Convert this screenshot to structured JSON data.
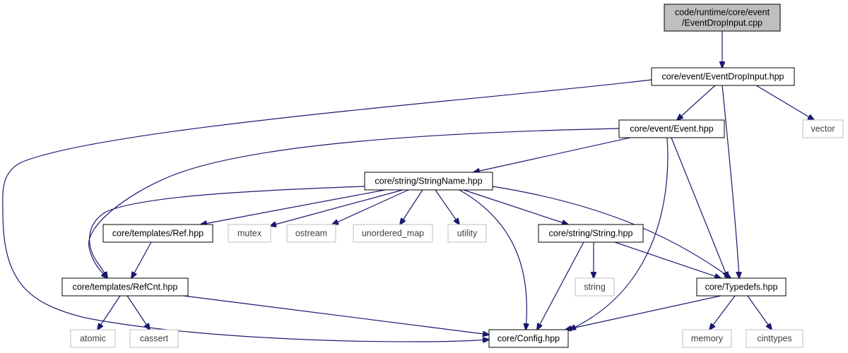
{
  "colors": {
    "edge": "#191970",
    "root_fill": "#bfbfbf",
    "node_fill": "#ffffff",
    "node_stroke": "#000000",
    "external_stroke": "#bfbfbf",
    "external_text": "#404040",
    "node_text": "#000000"
  },
  "nodes": [
    {
      "id": "root",
      "lines": [
        "code/runtime/core/event",
        "/EventDropInput.cpp"
      ],
      "style": "root"
    },
    {
      "id": "eventdropinput_hpp",
      "lines": [
        "core/event/EventDropInput.hpp"
      ],
      "style": "internal"
    },
    {
      "id": "vector",
      "lines": [
        "vector"
      ],
      "style": "external"
    },
    {
      "id": "event_hpp",
      "lines": [
        "core/event/Event.hpp"
      ],
      "style": "internal"
    },
    {
      "id": "stringname_hpp",
      "lines": [
        "core/string/StringName.hpp"
      ],
      "style": "internal"
    },
    {
      "id": "ref_hpp",
      "lines": [
        "core/templates/Ref.hpp"
      ],
      "style": "internal"
    },
    {
      "id": "mutex",
      "lines": [
        "mutex"
      ],
      "style": "external"
    },
    {
      "id": "ostream",
      "lines": [
        "ostream"
      ],
      "style": "external"
    },
    {
      "id": "unordered_map",
      "lines": [
        "unordered_map"
      ],
      "style": "external"
    },
    {
      "id": "utility",
      "lines": [
        "utility"
      ],
      "style": "external"
    },
    {
      "id": "string_hpp",
      "lines": [
        "core/string/String.hpp"
      ],
      "style": "internal"
    },
    {
      "id": "refcnt_hpp",
      "lines": [
        "core/templates/RefCnt.hpp"
      ],
      "style": "internal"
    },
    {
      "id": "string",
      "lines": [
        "string"
      ],
      "style": "external"
    },
    {
      "id": "typedefs_hpp",
      "lines": [
        "core/Typedefs.hpp"
      ],
      "style": "internal"
    },
    {
      "id": "atomic",
      "lines": [
        "atomic"
      ],
      "style": "external"
    },
    {
      "id": "cassert",
      "lines": [
        "cassert"
      ],
      "style": "external"
    },
    {
      "id": "config_hpp",
      "lines": [
        "core/Config.hpp"
      ],
      "style": "internal"
    },
    {
      "id": "memory",
      "lines": [
        "memory"
      ],
      "style": "external"
    },
    {
      "id": "cinttypes",
      "lines": [
        "cinttypes"
      ],
      "style": "external"
    }
  ],
  "edges": [
    {
      "from": "root",
      "to": "eventdropinput_hpp"
    },
    {
      "from": "eventdropinput_hpp",
      "to": "config_hpp"
    },
    {
      "from": "eventdropinput_hpp",
      "to": "event_hpp"
    },
    {
      "from": "eventdropinput_hpp",
      "to": "typedefs_hpp"
    },
    {
      "from": "eventdropinput_hpp",
      "to": "vector"
    },
    {
      "from": "event_hpp",
      "to": "refcnt_hpp"
    },
    {
      "from": "event_hpp",
      "to": "stringname_hpp"
    },
    {
      "from": "event_hpp",
      "to": "config_hpp"
    },
    {
      "from": "event_hpp",
      "to": "typedefs_hpp"
    },
    {
      "from": "stringname_hpp",
      "to": "refcnt_hpp"
    },
    {
      "from": "stringname_hpp",
      "to": "ref_hpp"
    },
    {
      "from": "stringname_hpp",
      "to": "mutex"
    },
    {
      "from": "stringname_hpp",
      "to": "ostream"
    },
    {
      "from": "stringname_hpp",
      "to": "unordered_map"
    },
    {
      "from": "stringname_hpp",
      "to": "utility"
    },
    {
      "from": "stringname_hpp",
      "to": "config_hpp"
    },
    {
      "from": "stringname_hpp",
      "to": "string_hpp"
    },
    {
      "from": "stringname_hpp",
      "to": "typedefs_hpp"
    },
    {
      "from": "ref_hpp",
      "to": "refcnt_hpp"
    },
    {
      "from": "string_hpp",
      "to": "string"
    },
    {
      "from": "string_hpp",
      "to": "config_hpp"
    },
    {
      "from": "string_hpp",
      "to": "typedefs_hpp"
    },
    {
      "from": "refcnt_hpp",
      "to": "atomic"
    },
    {
      "from": "refcnt_hpp",
      "to": "cassert"
    },
    {
      "from": "refcnt_hpp",
      "to": "config_hpp"
    },
    {
      "from": "typedefs_hpp",
      "to": "config_hpp"
    },
    {
      "from": "typedefs_hpp",
      "to": "memory"
    },
    {
      "from": "typedefs_hpp",
      "to": "cinttypes"
    }
  ]
}
